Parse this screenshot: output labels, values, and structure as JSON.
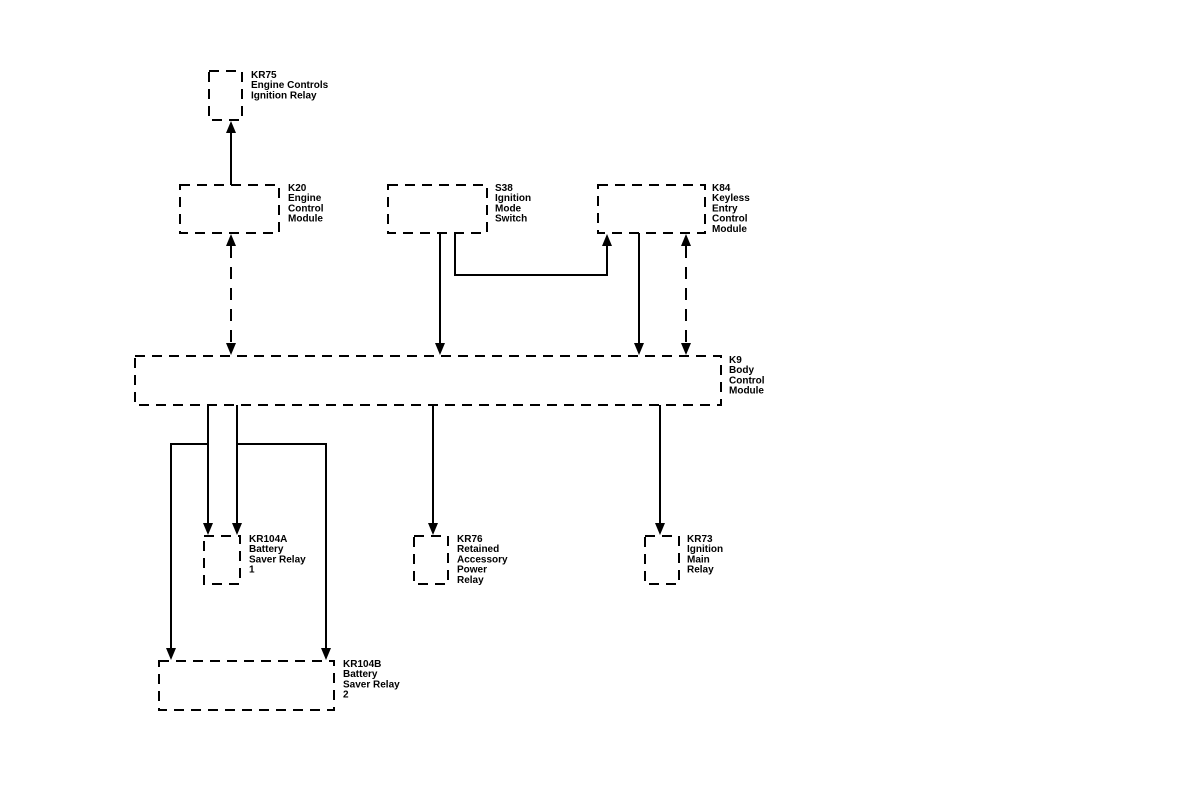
{
  "components": {
    "kr75": {
      "id": "KR75",
      "lines": [
        "Engine Controls",
        "Ignition Relay"
      ]
    },
    "k20": {
      "id": "K20",
      "lines": [
        "Engine",
        "Control",
        "Module"
      ]
    },
    "s38": {
      "id": "S38",
      "lines": [
        "Ignition",
        "Mode",
        "Switch"
      ]
    },
    "k84": {
      "id": "K84",
      "lines": [
        "Keyless",
        "Entry",
        "Control",
        "Module"
      ]
    },
    "k9": {
      "id": "K9",
      "lines": [
        "Body",
        "Control",
        "Module"
      ]
    },
    "kr104a": {
      "id": "KR104A",
      "lines": [
        "Battery",
        "Saver Relay",
        "1"
      ]
    },
    "kr76": {
      "id": "KR76",
      "lines": [
        "Retained",
        "Accessory",
        "Power",
        "Relay"
      ]
    },
    "kr73": {
      "id": "KR73",
      "lines": [
        "Ignition",
        "Main",
        "Relay"
      ]
    },
    "kr104b": {
      "id": "KR104B",
      "lines": [
        "Battery",
        "Saver Relay",
        "2"
      ]
    }
  },
  "connections": [
    {
      "from": "K20",
      "to": "KR75",
      "style": "solid"
    },
    {
      "from": "K20",
      "to": "K9",
      "style": "dashed",
      "bidirectional": true
    },
    {
      "from": "S38",
      "to": "K9",
      "style": "solid"
    },
    {
      "from": "S38",
      "to": "K84",
      "style": "solid"
    },
    {
      "from": "K84",
      "to": "K9",
      "style": "solid"
    },
    {
      "from": "K84",
      "to": "K9",
      "style": "dashed",
      "bidirectional": true
    },
    {
      "from": "K9",
      "to": "KR104A",
      "style": "solid"
    },
    {
      "from": "K9",
      "to": "KR104B",
      "style": "solid"
    },
    {
      "from": "K9",
      "to": "KR76",
      "style": "solid"
    },
    {
      "from": "K9",
      "to": "KR73",
      "style": "solid"
    }
  ],
  "colors": {
    "line": "#000000",
    "background": "#ffffff"
  }
}
